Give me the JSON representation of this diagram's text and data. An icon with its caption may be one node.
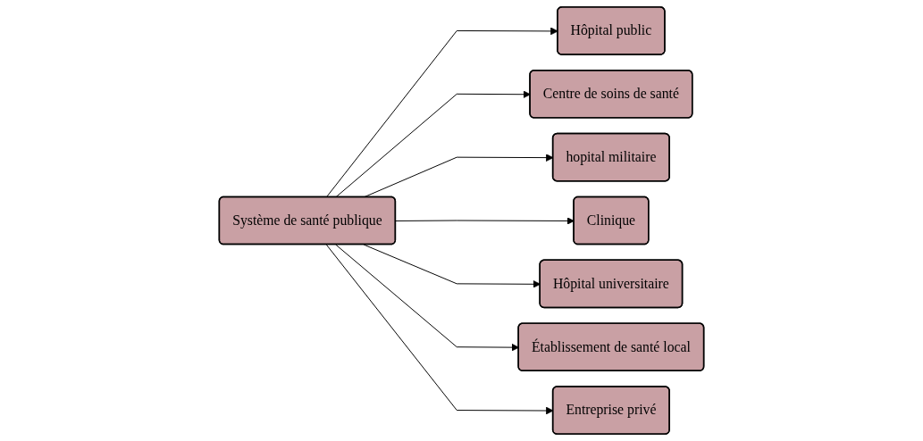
{
  "diagram": {
    "nodes": [
      {
        "text": [
          "Hôpital public"
        ]
      },
      {
        "text": [
          "Centre de soins de santé"
        ]
      },
      {
        "text": [
          "hopital militaire"
        ]
      },
      {
        "text": [
          "Clinique"
        ]
      },
      {
        "text": [
          "Système de santé publique"
        ]
      },
      {
        "text": [
          "Hôpital universitaire"
        ]
      },
      {
        "text": [
          "Établissement de santé local"
        ]
      },
      {
        "text": [
          "Entreprise privé"
        ]
      }
    ],
    "edges": [
      {
        "from": 4,
        "to": 0,
        "arrow": "to"
      },
      {
        "from": 4,
        "to": 1,
        "arrow": "to"
      },
      {
        "from": 4,
        "to": 2,
        "arrow": "to"
      },
      {
        "from": 4,
        "to": 3,
        "arrow": "to"
      },
      {
        "from": 4,
        "to": 5,
        "arrow": "to"
      },
      {
        "from": 4,
        "to": 6,
        "arrow": "to"
      },
      {
        "from": 4,
        "to": 7,
        "arrow": "to"
      }
    ]
  }
}
